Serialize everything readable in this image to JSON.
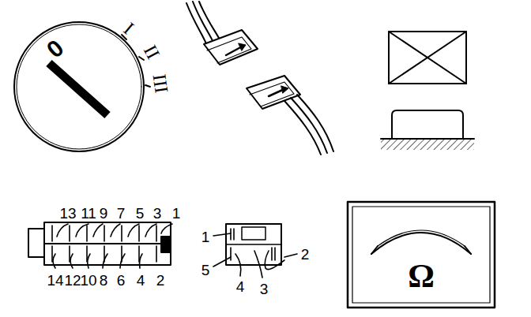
{
  "diagram": {
    "labels": [
      "0",
      "I",
      "II",
      "III",
      "13",
      "11",
      "9",
      "7",
      "5",
      "3",
      "1",
      "14",
      "12",
      "10",
      "8",
      "6",
      "4",
      "2",
      "1",
      "2",
      "5",
      "4",
      "3",
      "Ω"
    ]
  }
}
